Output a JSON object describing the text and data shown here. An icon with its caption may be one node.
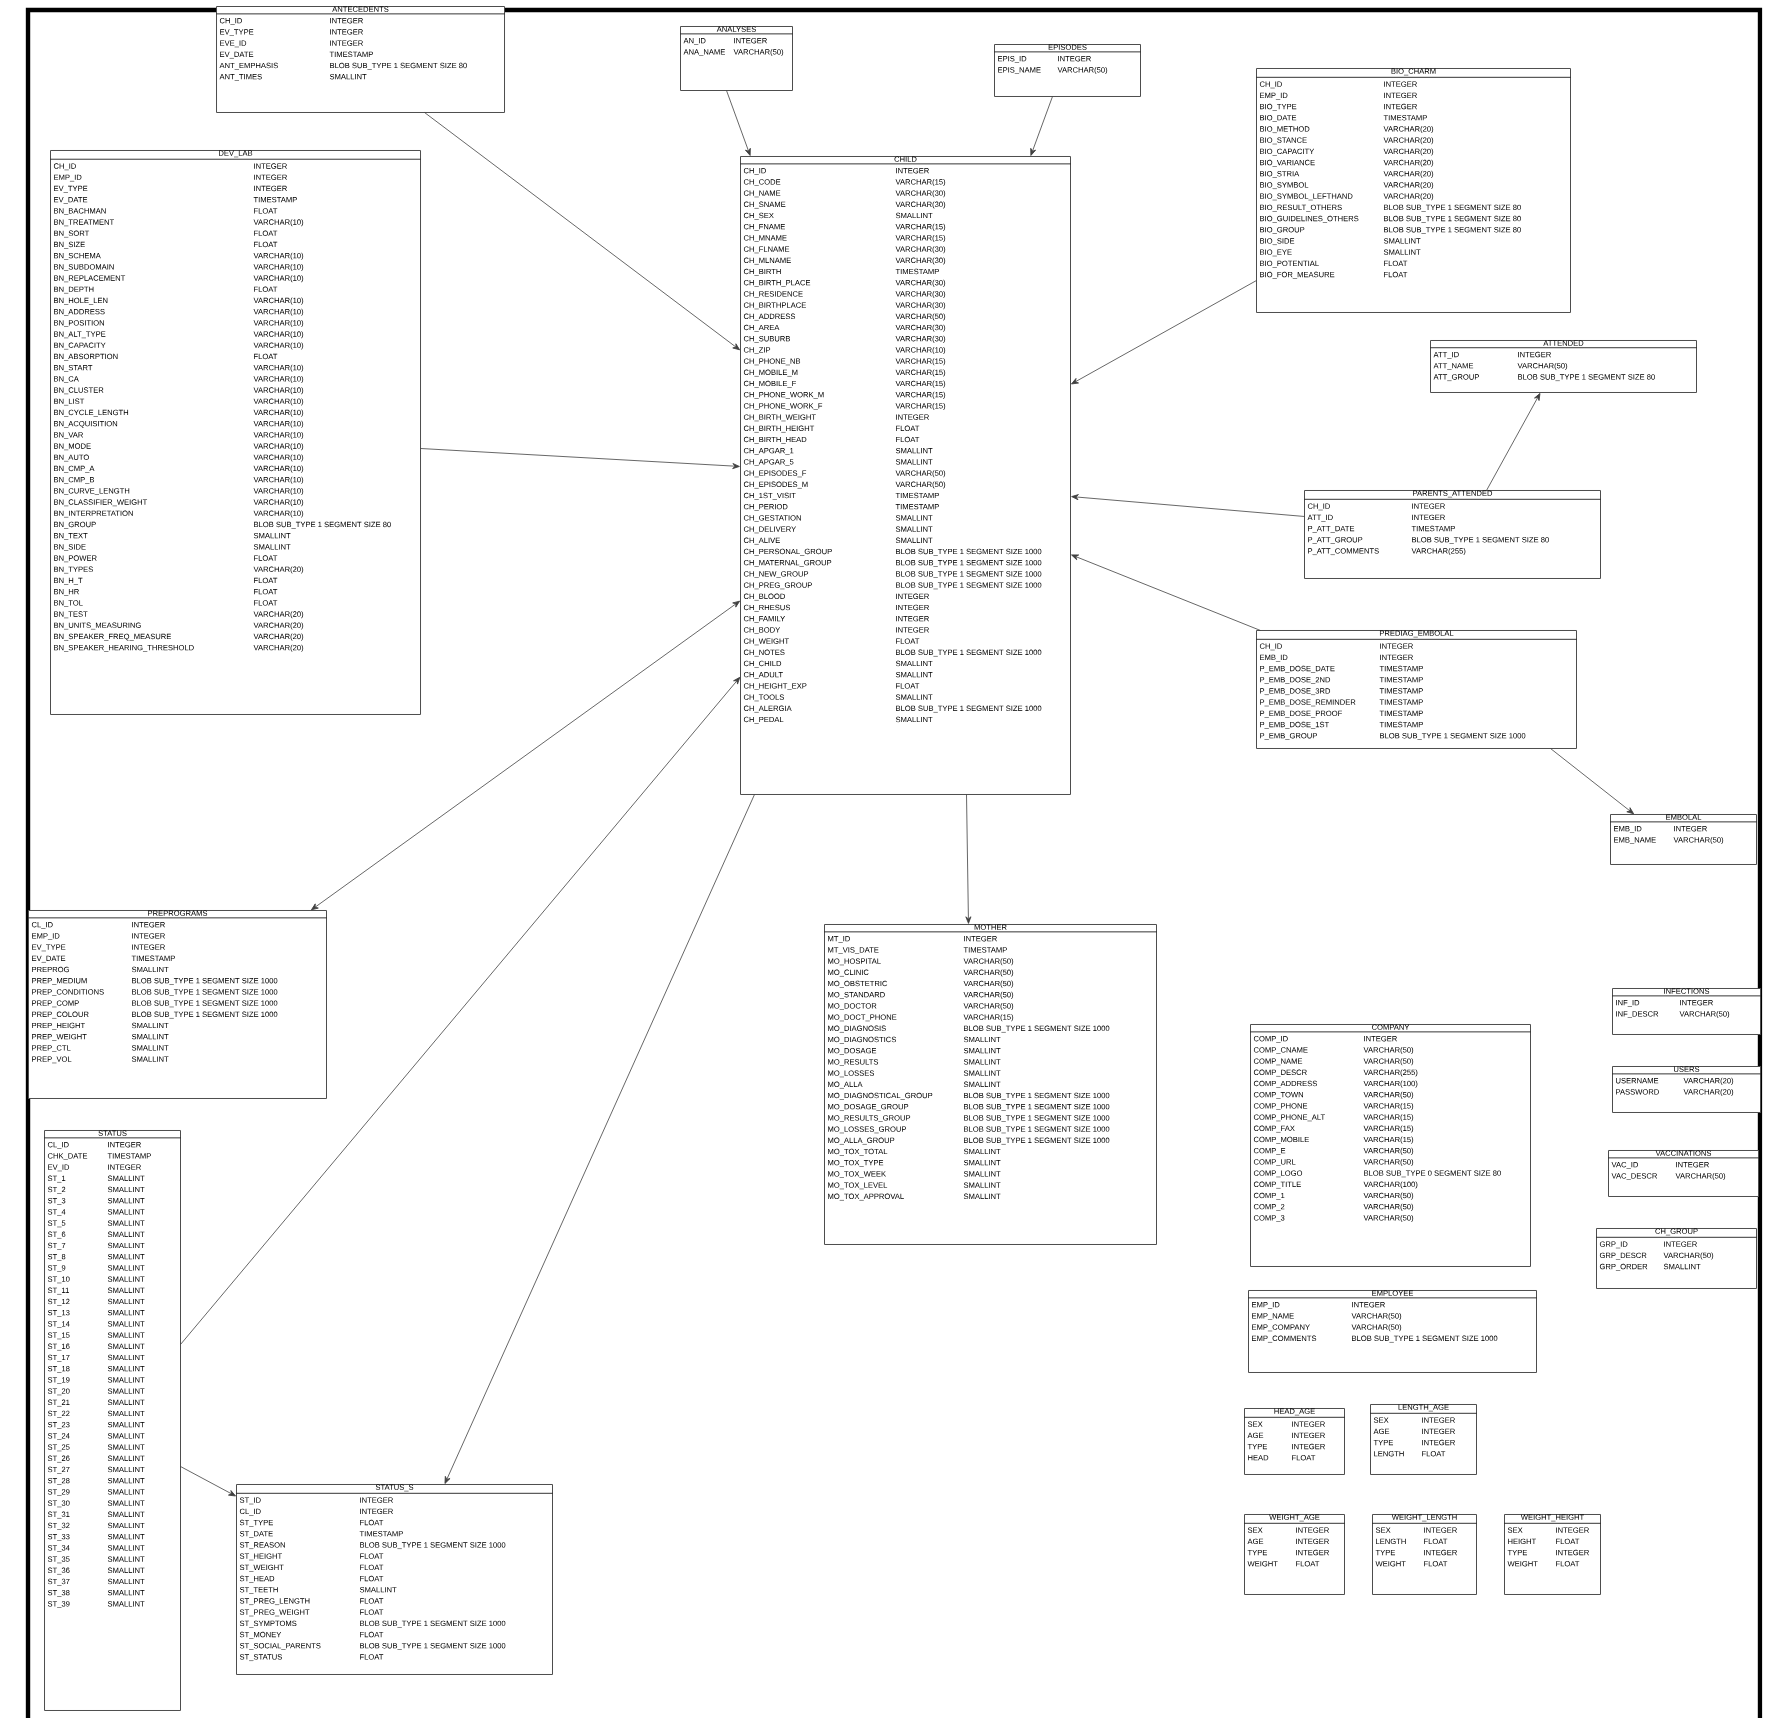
{
  "diagram": {
    "nodes": [
      {
        "text": [
          "ANTECEDENTS",
          "CH_ID",
          "INTEGER",
          "EV_TYPE",
          "INTEGER",
          "EVE_ID",
          "INTEGER",
          "EV_DATE",
          "TIMESTAMP",
          "ANT_EMPHASIS",
          "BLOB SUB_TYPE 1 SEGMENT SIZE 80",
          "ANT_TIMES",
          "SMALLINT"
        ]
      },
      {
        "text": [
          "ANALYSES",
          "AN_ID",
          "INTEGER",
          "ANA_NAME",
          "VARCHAR(50)"
        ]
      },
      {
        "text": [
          "EPISODES",
          "EPIS_ID",
          "INTEGER",
          "EPIS_NAME",
          "VARCHAR(50)"
        ]
      },
      {
        "text": [
          "DEV_LAB",
          "CH_ID",
          "INTEGER",
          "EMP_ID",
          "INTEGER",
          "EV_TYPE",
          "INTEGER",
          "EV_DATE",
          "TIMESTAMP",
          "BN_BACHMAN",
          "FLOAT",
          "BN_TREATMENT",
          "VARCHAR(10)",
          "BN_SORT",
          "FLOAT",
          "BN_SIZE",
          "FLOAT",
          "BN_SCHEMA",
          "VARCHAR(10)",
          "BN_SUBDOMAIN",
          "VARCHAR(10)",
          "BN_REPLACEMENT",
          "VARCHAR(10)",
          "BN_DEPTH",
          "FLOAT",
          "BN_HOLE_LEN",
          "VARCHAR(10)",
          "BN_ADDRESS",
          "VARCHAR(10)",
          "BN_POSITION",
          "VARCHAR(10)",
          "BN_ALT_TYPE",
          "VARCHAR(10)",
          "BN_CAPACITY",
          "VARCHAR(10)",
          "BN_ABSORPTION",
          "FLOAT",
          "BN_START",
          "VARCHAR(10)",
          "BN_CA",
          "VARCHAR(10)",
          "BN_CLUSTER",
          "VARCHAR(10)",
          "BN_LIST",
          "VARCHAR(10)",
          "BN_CYCLE_LENGTH",
          "VARCHAR(10)",
          "BN_ACQUISITION",
          "VARCHAR(10)",
          "BN_VAR",
          "VARCHAR(10)",
          "BN_MODE",
          "VARCHAR(10)",
          "BN_AUTO",
          "VARCHAR(10)",
          "BN_CMP_A",
          "VARCHAR(10)",
          "BN_CMP_B",
          "VARCHAR(10)",
          "BN_CURVE_LENGTH",
          "VARCHAR(10)",
          "BN_CLASSIFIER_WEIGHT",
          "VARCHAR(10)",
          "BN_INTERPRETATION",
          "VARCHAR(10)",
          "BN_GROUP",
          "BLOB SUB_TYPE 1 SEGMENT SIZE 80",
          "BN_TEXT",
          "SMALLINT",
          "BN_SIDE",
          "SMALLINT",
          "BN_POWER",
          "FLOAT",
          "BN_TYPES",
          "VARCHAR(20)",
          "BN_H_T",
          "FLOAT",
          "BN_HR",
          "FLOAT",
          "BN_TOL",
          "FLOAT",
          "BN_TEST",
          "VARCHAR(20)",
          "BN_UNITS_MEASURING",
          "VARCHAR(20)",
          "BN_SPEAKER_FREQ_MEASURE",
          "VARCHAR(20)",
          "BN_SPEAKER_HEARING_THRESHOLD",
          "VARCHAR(20)"
        ]
      },
      {
        "text": [
          "CHILD",
          "CH_ID",
          "INTEGER",
          "CH_CODE",
          "VARCHAR(15)",
          "CH_NAME",
          "VARCHAR(30)",
          "CH_SNAME",
          "VARCHAR(30)",
          "CH_SEX",
          "SMALLINT",
          "CH_FNAME",
          "VARCHAR(15)",
          "CH_MNAME",
          "VARCHAR(15)",
          "CH_FLNAME",
          "VARCHAR(30)",
          "CH_MLNAME",
          "VARCHAR(30)",
          "CH_BIRTH",
          "TIMESTAMP",
          "CH_BIRTH_PLACE",
          "VARCHAR(30)",
          "CH_RESIDENCE",
          "VARCHAR(30)",
          "CH_BIRTHPLACE",
          "VARCHAR(30)",
          "CH_ADDRESS",
          "VARCHAR(50)",
          "CH_AREA",
          "VARCHAR(30)",
          "CH_SUBURB",
          "VARCHAR(30)",
          "CH_ZIP",
          "VARCHAR(10)",
          "CH_PHONE_NB",
          "VARCHAR(15)",
          "CH_MOBILE_M",
          "VARCHAR(15)",
          "CH_MOBILE_F",
          "VARCHAR(15)",
          "CH_PHONE_WORK_M",
          "VARCHAR(15)",
          "CH_PHONE_WORK_F",
          "VARCHAR(15)",
          "CH_BIRTH_WEIGHT",
          "INTEGER",
          "CH_BIRTH_HEIGHT",
          "FLOAT",
          "CH_BIRTH_HEAD",
          "FLOAT",
          "CH_APGAR_1",
          "SMALLINT",
          "CH_APGAR_5",
          "SMALLINT",
          "CH_EPISODES_F",
          "VARCHAR(50)",
          "CH_EPISODES_M",
          "VARCHAR(50)",
          "CH_1ST_VISIT",
          "TIMESTAMP",
          "CH_PERIOD",
          "TIMESTAMP",
          "CH_GESTATION",
          "SMALLINT",
          "CH_DELIVERY",
          "SMALLINT",
          "CH_ALIVE",
          "SMALLINT",
          "CH_PERSONAL_GROUP",
          "BLOB SUB_TYPE 1 SEGMENT SIZE 1000",
          "CH_MATERNAL_GROUP",
          "BLOB SUB_TYPE 1 SEGMENT SIZE 1000",
          "CH_NEW_GROUP",
          "BLOB SUB_TYPE 1 SEGMENT SIZE 1000",
          "CH_PREG_GROUP",
          "BLOB SUB_TYPE 1 SEGMENT SIZE 1000",
          "CH_BLOOD",
          "INTEGER",
          "CH_RHESUS",
          "INTEGER",
          "CH_FAMILY",
          "INTEGER",
          "CH_BODY",
          "INTEGER",
          "CH_WEIGHT",
          "FLOAT",
          "CH_NOTES",
          "BLOB SUB_TYPE 1 SEGMENT SIZE 1000",
          "CH_CHILD",
          "SMALLINT",
          "CH_ADULT",
          "SMALLINT",
          "CH_HEIGHT_EXP",
          "FLOAT",
          "CH_TOOLS",
          "SMALLINT",
          "CH_ALERGIA",
          "BLOB SUB_TYPE 1 SEGMENT SIZE 1000",
          "CH_PEDAL",
          "SMALLINT"
        ]
      },
      {
        "text": [
          "BIO_CHARM",
          "CH_ID",
          "INTEGER",
          "EMP_ID",
          "INTEGER",
          "BIO_TYPE",
          "INTEGER",
          "BIO_DATE",
          "TIMESTAMP",
          "BIO_METHOD",
          "VARCHAR(20)",
          "BIO_STANCE",
          "VARCHAR(20)",
          "BIO_CAPACITY",
          "VARCHAR(20)",
          "BIO_VARIANCE",
          "VARCHAR(20)",
          "BIO_STRIA",
          "VARCHAR(20)",
          "BIO_SYMBOL",
          "VARCHAR(20)",
          "BIO_SYMBOL_LEFTHAND",
          "VARCHAR(20)",
          "BIO_RESULT_OTHERS",
          "BLOB SUB_TYPE 1 SEGMENT SIZE 80",
          "BIO_GUIDELINES_OTHERS",
          "BLOB SUB_TYPE 1 SEGMENT SIZE 80",
          "BIO_GROUP",
          "BLOB SUB_TYPE 1 SEGMENT SIZE 80",
          "BIO_SIDE",
          "SMALLINT",
          "BIO_EYE",
          "SMALLINT",
          "BIO_POTENTIAL",
          "FLOAT",
          "BIO_FOR_MEASURE",
          "FLOAT"
        ]
      },
      {
        "text": [
          "ATTENDED",
          "ATT_ID",
          "INTEGER",
          "ATT_NAME",
          "VARCHAR(50)",
          "ATT_GROUP",
          "BLOB SUB_TYPE 1 SEGMENT SIZE 80"
        ]
      },
      {
        "text": [
          "PARENTS_ATTENDED",
          "CH_ID",
          "INTEGER",
          "ATT_ID",
          "INTEGER",
          "P_ATT_DATE",
          "TIMESTAMP",
          "P_ATT_GROUP",
          "BLOB SUB_TYPE 1 SEGMENT SIZE 80",
          "P_ATT_COMMENTS",
          "VARCHAR(255)"
        ]
      },
      {
        "text": [
          "PREDIAG_EMBOLAL",
          "CH_ID",
          "INTEGER",
          "EMB_ID",
          "INTEGER",
          "P_EMB_DOSE_DATE",
          "TIMESTAMP",
          "P_EMB_DOSE_2ND",
          "TIMESTAMP",
          "P_EMB_DOSE_3RD",
          "TIMESTAMP",
          "P_EMB_DOSE_REMINDER",
          "TIMESTAMP",
          "P_EMB_DOSE_PROOF",
          "TIMESTAMP",
          "P_EMB_DOSE_1ST",
          "TIMESTAMP",
          "P_EMB_GROUP",
          "BLOB SUB_TYPE 1 SEGMENT SIZE 1000"
        ]
      },
      {
        "text": [
          "EMBOLAL",
          "EMB_ID",
          "INTEGER",
          "EMB_NAME",
          "VARCHAR(50)"
        ]
      },
      {
        "text": [
          "PREPROGRAMS",
          "CL_ID",
          "INTEGER",
          "EMP_ID",
          "INTEGER",
          "EV_TYPE",
          "INTEGER",
          "EV_DATE",
          "TIMESTAMP",
          "PREPROG",
          "SMALLINT",
          "PREP_MEDIUM",
          "BLOB SUB_TYPE 1 SEGMENT SIZE 1000",
          "PREP_CONDITIONS",
          "BLOB SUB_TYPE 1 SEGMENT SIZE 1000",
          "PREP_COMP",
          "BLOB SUB_TYPE 1 SEGMENT SIZE 1000",
          "PREP_COLOUR",
          "BLOB SUB_TYPE 1 SEGMENT SIZE 1000",
          "PREP_HEIGHT",
          "SMALLINT",
          "PREP_WEIGHT",
          "SMALLINT",
          "PREP_CTL",
          "SMALLINT",
          "PREP_VOL",
          "SMALLINT"
        ]
      },
      {
        "text": [
          "MOTHER",
          "MT_ID",
          "INTEGER",
          "MT_VIS_DATE",
          "TIMESTAMP",
          "MO_HOSPITAL",
          "VARCHAR(50)",
          "MO_CLINIC",
          "VARCHAR(50)",
          "MO_OBSTETRIC",
          "VARCHAR(50)",
          "MO_STANDARD",
          "VARCHAR(50)",
          "MO_DOCTOR",
          "VARCHAR(50)",
          "MO_DOCT_PHONE",
          "VARCHAR(15)",
          "MO_DIAGNOSIS",
          "BLOB SUB_TYPE 1 SEGMENT SIZE 1000",
          "MO_DIAGNOSTICS",
          "SMALLINT",
          "MO_DOSAGE",
          "SMALLINT",
          "MO_RESULTS",
          "SMALLINT",
          "MO_LOSSES",
          "SMALLINT",
          "MO_ALLA",
          "SMALLINT",
          "MO_DIAGNOSTICAL_GROUP",
          "BLOB SUB_TYPE 1 SEGMENT SIZE 1000",
          "MO_DOSAGE_GROUP",
          "BLOB SUB_TYPE 1 SEGMENT SIZE 1000",
          "MO_RESULTS_GROUP",
          "BLOB SUB_TYPE 1 SEGMENT SIZE 1000",
          "MO_LOSSES_GROUP",
          "BLOB SUB_TYPE 1 SEGMENT SIZE 1000",
          "MO_ALLA_GROUP",
          "BLOB SUB_TYPE 1 SEGMENT SIZE 1000",
          "MO_TOX_TOTAL",
          "SMALLINT",
          "MO_TOX_TYPE",
          "SMALLINT",
          "MO_TOX_WEEK",
          "SMALLINT",
          "MO_TOX_LEVEL",
          "SMALLINT",
          "MO_TOX_APPROVAL",
          "SMALLINT"
        ]
      },
      {
        "text": [
          "COMPANY",
          "COMP_ID",
          "INTEGER",
          "COMP_CNAME",
          "VARCHAR(50)",
          "COMP_NAME",
          "VARCHAR(50)",
          "COMP_DESCR",
          "VARCHAR(255)",
          "COMP_ADDRESS",
          "VARCHAR(100)",
          "COMP_TOWN",
          "VARCHAR(50)",
          "COMP_PHONE",
          "VARCHAR(15)",
          "COMP_PHONE_ALT",
          "VARCHAR(15)",
          "COMP_FAX",
          "VARCHAR(15)",
          "COMP_MOBILE",
          "VARCHAR(15)",
          "COMP_E",
          "VARCHAR(50)",
          "COMP_URL",
          "VARCHAR(50)",
          "COMP_LOGO",
          "BLOB SUB_TYPE 0 SEGMENT SIZE 80",
          "COMP_TITLE",
          "VARCHAR(100)",
          "COMP_1",
          "VARCHAR(50)",
          "COMP_2",
          "VARCHAR(50)",
          "COMP_3",
          "VARCHAR(50)"
        ]
      },
      {
        "text": [
          "EMPLOYEE",
          "EMP_ID",
          "INTEGER",
          "EMP_NAME",
          "VARCHAR(50)",
          "EMP_COMPANY",
          "VARCHAR(50)",
          "EMP_COMMENTS",
          "BLOB SUB_TYPE 1 SEGMENT SIZE 1000"
        ]
      },
      {
        "text": [
          "INFECTIONS",
          "INF_ID",
          "INTEGER",
          "INF_DESCR",
          "VARCHAR(50)"
        ]
      },
      {
        "text": [
          "USERS",
          "USERNAME",
          "VARCHAR(20)",
          "PASSWORD",
          "VARCHAR(20)"
        ]
      },
      {
        "text": [
          "VACCINATIONS",
          "VAC_ID",
          "INTEGER",
          "VAC_DESCR",
          "VARCHAR(50)"
        ]
      },
      {
        "text": [
          "CH_GROUP",
          "GRP_ID",
          "INTEGER",
          "GRP_DESCR",
          "VARCHAR(50)",
          "GRP_ORDER",
          "SMALLINT"
        ]
      },
      {
        "text": [
          "HEAD_AGE",
          "SEX",
          "INTEGER",
          "AGE",
          "INTEGER",
          "TYPE",
          "INTEGER",
          "HEAD",
          "FLOAT"
        ]
      },
      {
        "text": [
          "LENGTH_AGE",
          "SEX",
          "INTEGER",
          "AGE",
          "INTEGER",
          "TYPE",
          "INTEGER",
          "LENGTH",
          "FLOAT"
        ]
      },
      {
        "text": [
          "WEIGHT_AGE",
          "SEX",
          "INTEGER",
          "AGE",
          "INTEGER",
          "TYPE",
          "INTEGER",
          "WEIGHT",
          "FLOAT"
        ]
      },
      {
        "text": [
          "WEIGHT_LENGTH",
          "SEX",
          "INTEGER",
          "LENGTH",
          "FLOAT",
          "TYPE",
          "INTEGER",
          "WEIGHT",
          "FLOAT"
        ]
      },
      {
        "text": [
          "WEIGHT_HEIGHT",
          "SEX",
          "INTEGER",
          "HEIGHT",
          "FLOAT",
          "TYPE",
          "INTEGER",
          "WEIGHT",
          "FLOAT"
        ]
      },
      {
        "text": [
          "STATUS",
          "CL_ID",
          "INTEGER",
          "CHK_DATE",
          "TIMESTAMP",
          "EV_ID",
          "INTEGER",
          "ST_1",
          "SMALLINT",
          "ST_2",
          "SMALLINT",
          "ST_3",
          "SMALLINT",
          "ST_4",
          "SMALLINT",
          "ST_5",
          "SMALLINT",
          "ST_6",
          "SMALLINT",
          "ST_7",
          "SMALLINT",
          "ST_8",
          "SMALLINT",
          "ST_9",
          "SMALLINT",
          "ST_10",
          "SMALLINT",
          "ST_11",
          "SMALLINT",
          "ST_12",
          "SMALLINT",
          "ST_13",
          "SMALLINT",
          "ST_14",
          "SMALLINT",
          "ST_15",
          "SMALLINT",
          "ST_16",
          "SMALLINT",
          "ST_17",
          "SMALLINT",
          "ST_18",
          "SMALLINT",
          "ST_19",
          "SMALLINT",
          "ST_20",
          "SMALLINT",
          "ST_21",
          "SMALLINT",
          "ST_22",
          "SMALLINT",
          "ST_23",
          "SMALLINT",
          "ST_24",
          "SMALLINT",
          "ST_25",
          "SMALLINT",
          "ST_26",
          "SMALLINT",
          "ST_27",
          "SMALLINT",
          "ST_28",
          "SMALLINT",
          "ST_29",
          "SMALLINT",
          "ST_30",
          "SMALLINT",
          "ST_31",
          "SMALLINT",
          "ST_32",
          "SMALLINT",
          "ST_33",
          "SMALLINT",
          "ST_34",
          "SMALLINT",
          "ST_35",
          "SMALLINT",
          "ST_36",
          "SMALLINT",
          "ST_37",
          "SMALLINT",
          "ST_38",
          "SMALLINT",
          "ST_39",
          "SMALLINT"
        ]
      },
      {
        "text": [
          "STATUS_S",
          "ST_ID",
          "INTEGER",
          "CL_ID",
          "INTEGER",
          "ST_TYPE",
          "FLOAT",
          "ST_DATE",
          "TIMESTAMP",
          "ST_REASON",
          "BLOB SUB_TYPE 1 SEGMENT SIZE 1000",
          "ST_HEIGHT",
          "FLOAT",
          "ST_WEIGHT",
          "FLOAT",
          "ST_HEAD",
          "FLOAT",
          "ST_TEETH",
          "SMALLINT",
          "ST_PREG_LENGTH",
          "FLOAT",
          "ST_PREG_WEIGHT",
          "FLOAT",
          "ST_SYMPTOMS",
          "BLOB SUB_TYPE 1 SEGMENT SIZE 1000",
          "ST_MONEY",
          "FLOAT",
          "ST_SOCIAL_PARENTS",
          "BLOB SUB_TYPE 1 SEGMENT SIZE 1000",
          "ST_STATUS",
          "FLOAT"
        ]
      }
    ],
    "edges": [
      {
        "from": 0,
        "to": 4,
        "arrow": "to"
      },
      {
        "from": 1,
        "to": 4,
        "arrow": "to"
      },
      {
        "from": 2,
        "to": 4,
        "arrow": "to"
      },
      {
        "from": 3,
        "to": 4,
        "arrow": "to"
      },
      {
        "from": 5,
        "to": 4,
        "arrow": "to"
      },
      {
        "from": 7,
        "to": 4,
        "arrow": "to"
      },
      {
        "from": 7,
        "to": 6,
        "arrow": "to"
      },
      {
        "from": 8,
        "to": 4,
        "arrow": "to"
      },
      {
        "from": 8,
        "to": 9,
        "arrow": "to"
      },
      {
        "from": 4,
        "to": 10,
        "arrow": "both"
      },
      {
        "from": 23,
        "to": 4,
        "arrow": "to"
      },
      {
        "from": 4,
        "to": 24,
        "arrow": "to"
      },
      {
        "from": 23,
        "to": 24,
        "arrow": "to"
      },
      {
        "from": 4,
        "to": 11,
        "arrow": "to"
      }
    ]
  }
}
